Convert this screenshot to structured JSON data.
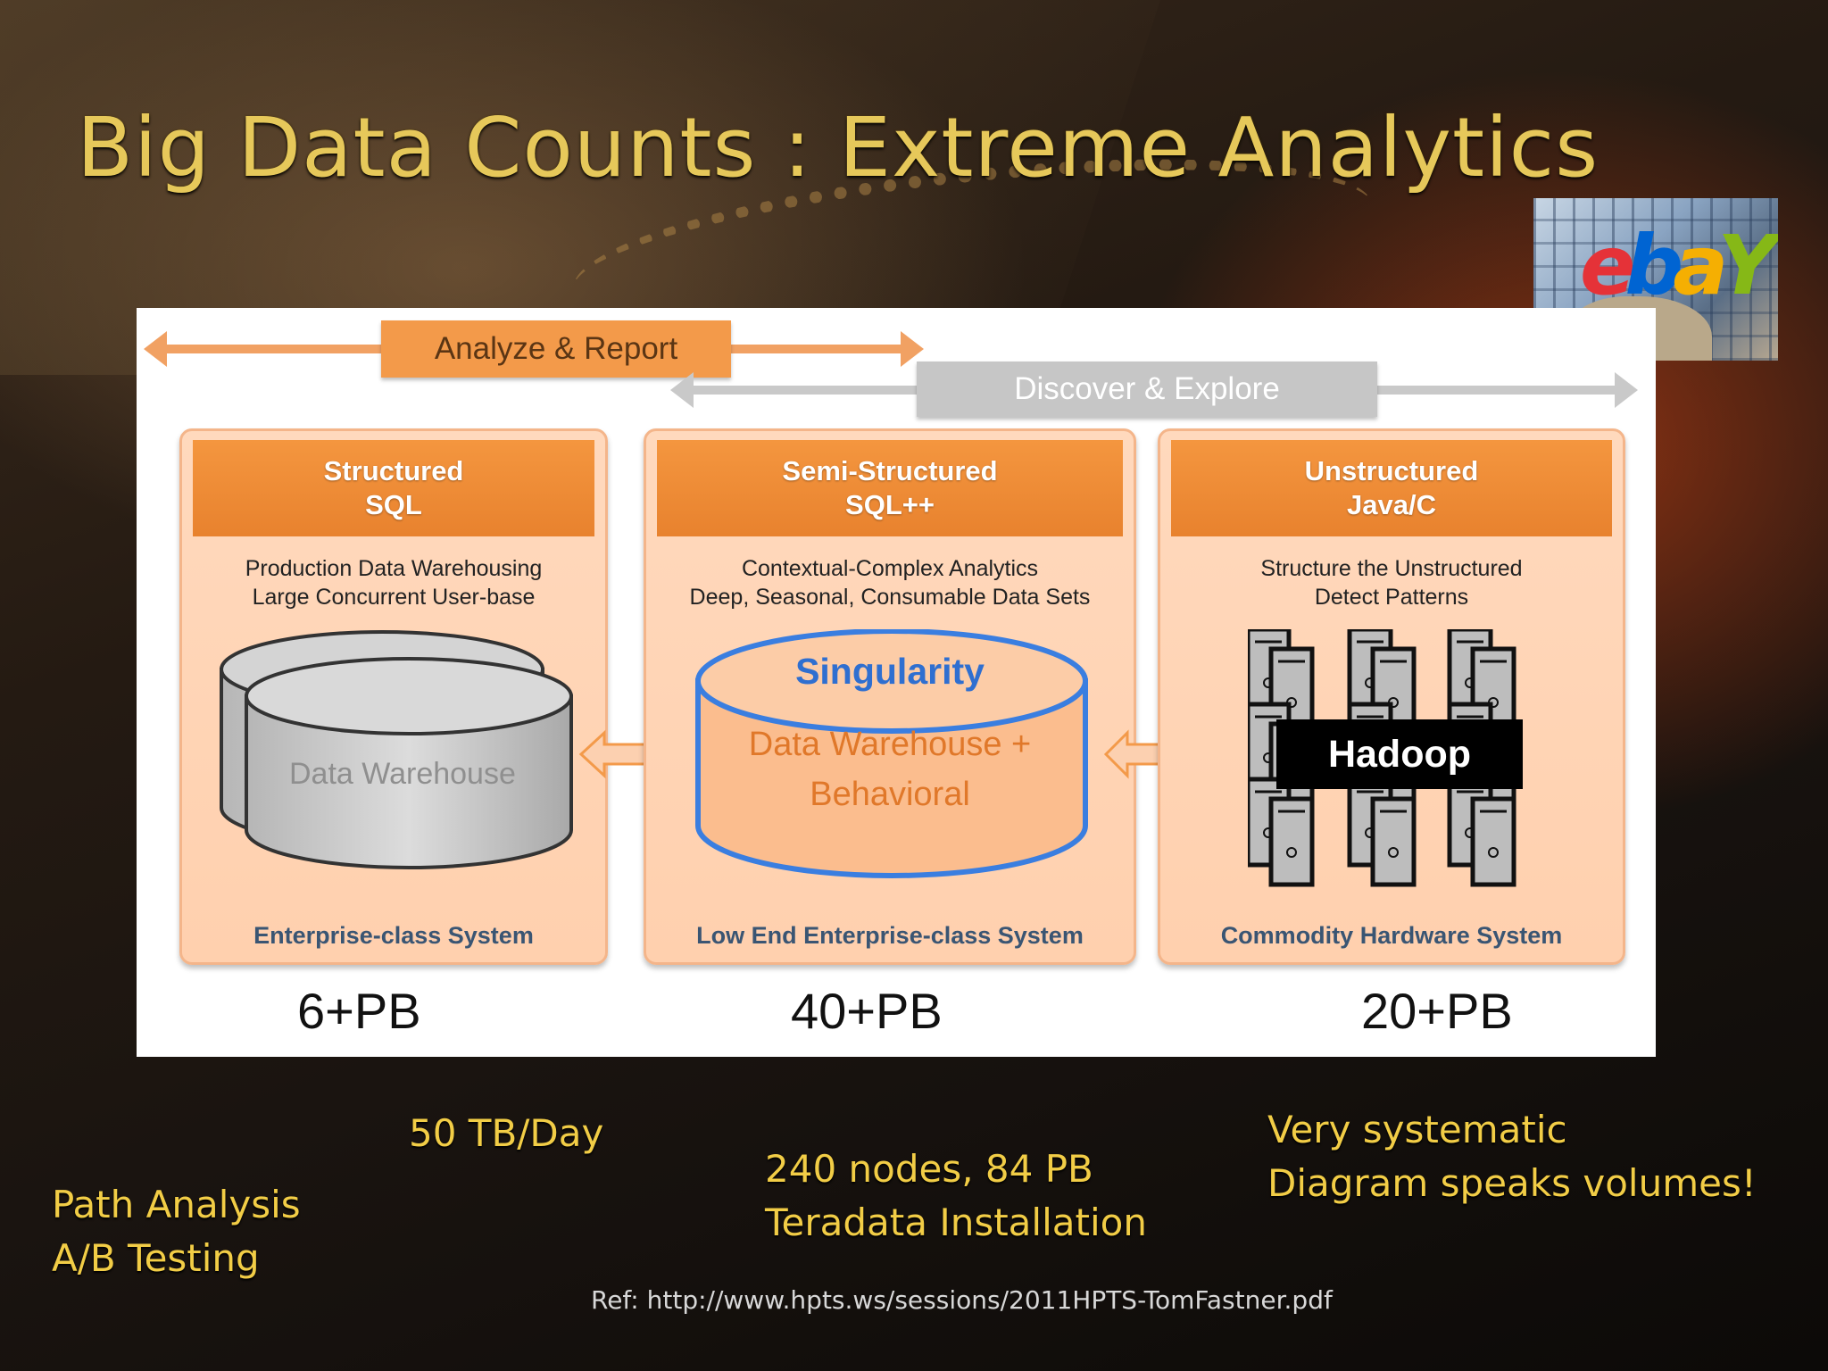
{
  "slide": {
    "title": "Big Data Counts : Extreme Analytics",
    "logo_text": "ebay"
  },
  "diagram": {
    "arrow_top": "Analyze & Report",
    "arrow_bottom": "Discover & Explore",
    "columns": [
      {
        "head_line1": "Structured",
        "head_line2": "SQL",
        "desc_line1": "Production Data Warehousing",
        "desc_line2": "Large Concurrent User-base",
        "graphic_label": "Data Warehouse",
        "footer": "Enterprise-class System",
        "volume": "6+PB"
      },
      {
        "head_line1": "Semi-Structured",
        "head_line2": "SQL++",
        "desc_line1": "Contextual-Complex Analytics",
        "desc_line2": "Deep, Seasonal, Consumable Data Sets",
        "graphic_title": "Singularity",
        "graphic_line1": "Data Warehouse +",
        "graphic_line2": "Behavioral",
        "footer": "Low End Enterprise-class System",
        "volume": "40+PB"
      },
      {
        "head_line1": "Unstructured",
        "head_line2": "Java/C",
        "desc_line1": "Structure the Unstructured",
        "desc_line2": "Detect Patterns",
        "graphic_label": "Hadoop",
        "footer": "Commodity Hardware System",
        "volume": "20+PB"
      }
    ]
  },
  "notes": {
    "path_analysis": "Path Analysis",
    "ab_testing": "A/B Testing",
    "tb_day": "50 TB/Day",
    "nodes": "240 nodes, 84 PB",
    "teradata": "Teradata Installation",
    "systematic": "Very systematic",
    "diagram_speaks": "Diagram speaks volumes!"
  },
  "reference": "Ref: http://www.hpts.ws/sessions/2011HPTS-TomFastner.pdf",
  "colors": {
    "title_gold": "#e6c85a",
    "accent_orange": "#f39a4a",
    "column_fill": "#ffd9bd",
    "singularity_blue": "#2f6fd0"
  }
}
